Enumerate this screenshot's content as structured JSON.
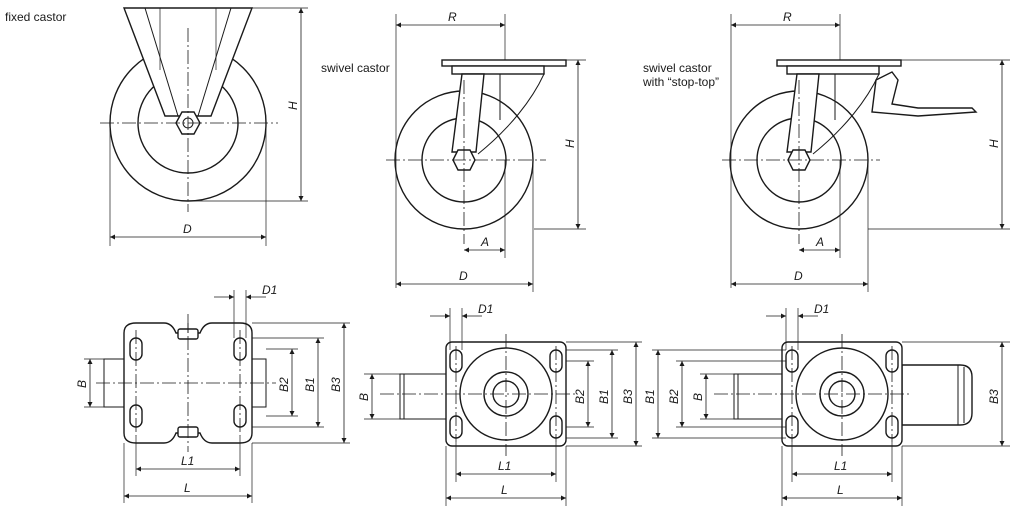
{
  "captions": {
    "fixed": "fixed castor",
    "swivel": "swivel castor",
    "stop_line1": "swivel castor",
    "stop_line2": "with “stop-top”"
  },
  "dims": {
    "D": "D",
    "H": "H",
    "R": "R",
    "A": "A",
    "D1": "D1",
    "B": "B",
    "B1": "B1",
    "B2": "B2",
    "B3": "B3",
    "L": "L",
    "L1": "L1"
  }
}
